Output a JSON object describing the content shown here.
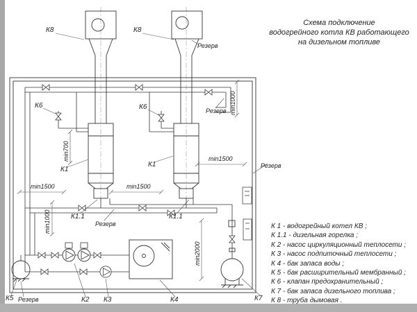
{
  "title": {
    "lines": [
      "Схема подключение",
      "водогрейного котла КВ работающего",
      "на дизельном топливе"
    ]
  },
  "legend": {
    "items": [
      "К 1  -  водогрейный котел КВ ;",
      "К 1.1 -  дизельная горелка ;",
      "К 2  -  насос циркуляционный теплосети ;",
      "К 3  -  насос подпиточный теплосети ;",
      "К 4  -  бак запаса воды ;",
      "К 5  -  бак расширительный мембранный ;",
      "К 6  -  клапан предохранительный ;",
      "К 7  -  бак запаса дизельного топлива ;",
      "К 8  -  труба дымовая ."
    ]
  },
  "labels": {
    "k1": "К1",
    "k11": "К1.1",
    "k2": "К2",
    "k3": "К3",
    "k4": "К4",
    "k5": "К5",
    "k6": "К6",
    "k7": "К7",
    "k8": "К8",
    "reserve": "Резерв",
    "min700": "min700",
    "min1000": "min1000",
    "min1500": "min1500",
    "min2000": "min2000"
  }
}
